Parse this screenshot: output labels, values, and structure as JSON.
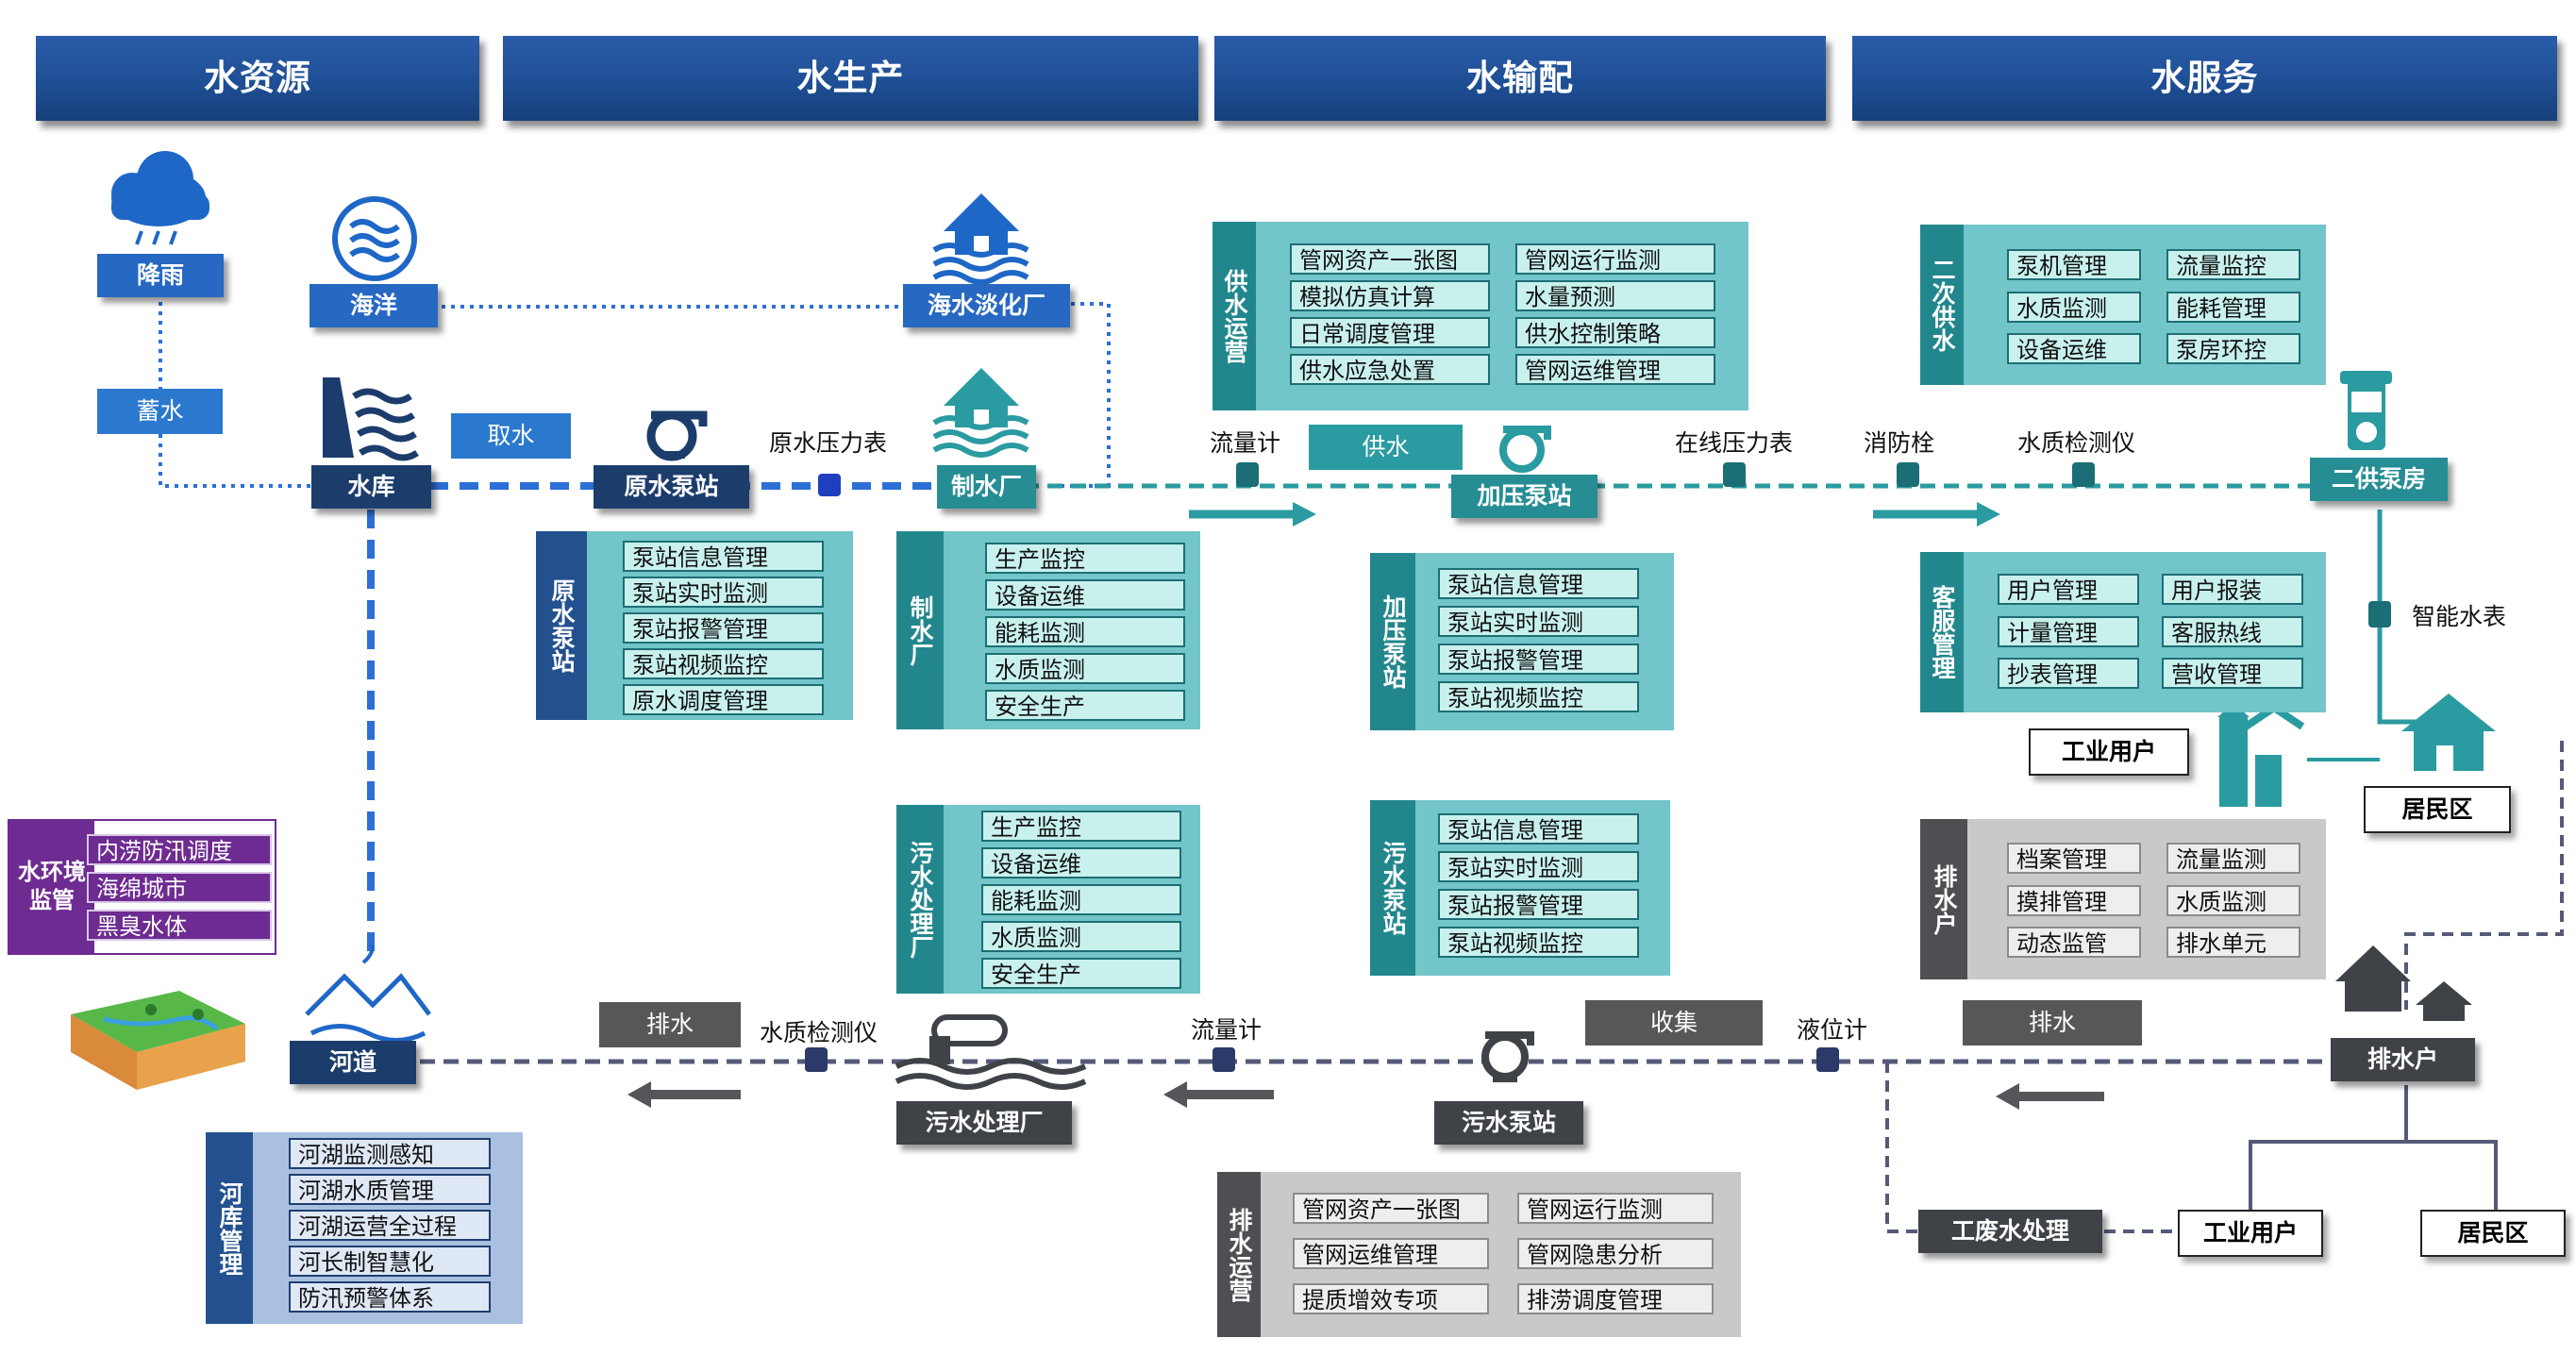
{
  "headers": [
    "水资源",
    "水生产",
    "水输配",
    "水服务"
  ],
  "nodes": {
    "rain": "降雨",
    "ocean": "海洋",
    "desal": "海水淡化厂",
    "storage": "蓄水",
    "reservoir": "水库",
    "intake": "取水",
    "raw_pump": "原水泵站",
    "plant": "制水厂",
    "booster": "加压泵站",
    "secondary_room": "二供泵房",
    "industrial_user": "工业用户",
    "residential": "居民区",
    "river": "河道",
    "sewage_plant": "污水处理厂",
    "sewage_pump": "污水泵站",
    "discharge_household": "排水户",
    "industrial_waste": "工废水处理",
    "industrial_user2": "工业用户",
    "residential2": "居民区"
  },
  "labels": {
    "raw_pressure": "原水压力表",
    "flowmeter_top": "流量计",
    "supply": "供水",
    "online_pressure": "在线压力表",
    "hydrant": "消防栓",
    "quality_top": "水质检测仪",
    "smart_meter": "智能水表",
    "drain_left": "排水",
    "quality_bottom": "水质检测仪",
    "flowmeter_bottom": "流量计",
    "collect": "收集",
    "level_meter": "液位计",
    "drain_right": "排水"
  },
  "panels": {
    "supply_ops": {
      "title": "供水运营",
      "items": [
        "管网资产一张图",
        "管网运行监测",
        "模拟仿真计算",
        "水量预测",
        "日常调度管理",
        "供水控制策略",
        "供水应急处置",
        "管网运维管理"
      ]
    },
    "secondary": {
      "title": "二次供水",
      "items": [
        "泵机管理",
        "流量监控",
        "水质监测",
        "能耗管理",
        "设备运维",
        "泵房环控"
      ]
    },
    "raw_pump": {
      "title": "原水泵站",
      "items": [
        "泵站信息管理",
        "泵站实时监测",
        "泵站报警管理",
        "泵站视频监控",
        "原水调度管理"
      ]
    },
    "plant": {
      "title": "制水厂",
      "items": [
        "生产监控",
        "设备运维",
        "能耗监测",
        "水质监测",
        "安全生产"
      ]
    },
    "booster": {
      "title": "加压泵站",
      "items": [
        "泵站信息管理",
        "泵站实时监测",
        "泵站报警管理",
        "泵站视频监控"
      ]
    },
    "customer": {
      "title": "客服管理",
      "items": [
        "用户管理",
        "用户报装",
        "计量管理",
        "客服热线",
        "抄表管理",
        "营收管理"
      ]
    },
    "env": {
      "title": "水环境监管",
      "items": [
        "内涝防汛调度",
        "海绵城市",
        "黑臭水体"
      ]
    },
    "sewage_plant": {
      "title": "污水处理厂",
      "items": [
        "生产监控",
        "设备运维",
        "能耗监测",
        "水质监测",
        "安全生产"
      ]
    },
    "sewage_pump": {
      "title": "污水泵站",
      "items": [
        "泵站信息管理",
        "泵站实时监测",
        "泵站报警管理",
        "泵站视频监控"
      ]
    },
    "drain_household": {
      "title": "排水户",
      "items": [
        "档案管理",
        "流量监测",
        "摸排管理",
        "水质监测",
        "动态监管",
        "排水单元"
      ]
    },
    "drain_ops": {
      "title": "排水运营",
      "items": [
        "管网资产一张图",
        "管网运行监测",
        "管网运维管理",
        "管网隐患分析",
        "提质增效专项",
        "排涝调度管理"
      ]
    },
    "river": {
      "title": "河库管理",
      "items": [
        "河湖监测感知",
        "河湖水质管理",
        "河湖运营全过程",
        "河长制智慧化",
        "防汛预警体系"
      ]
    }
  },
  "colors": {
    "header": "#1e4f95",
    "node_dark": "#1c3d6c",
    "node_blue": "#2668c2",
    "teal": "#268d94",
    "sewer_gray": "#3f4247",
    "purple": "#6e2b91"
  }
}
